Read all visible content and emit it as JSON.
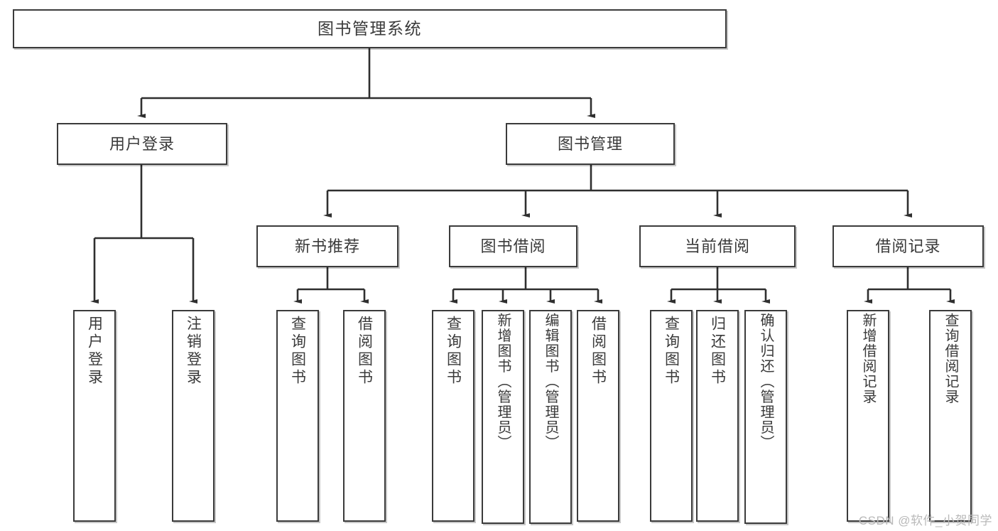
{
  "diagram": {
    "title": "图书管理系统",
    "type": "tree",
    "watermark": "CSDN @软件_小贺同学",
    "colors": {
      "stroke": "#3b3b3b",
      "text": "#3a3a3a",
      "background": "#ffffff",
      "watermark": "#b9b9b9"
    },
    "root": {
      "label": "图书管理系统"
    },
    "level1": [
      {
        "label": "用户登录"
      },
      {
        "label": "图书管理"
      }
    ],
    "level2": [
      {
        "label": "新书推荐"
      },
      {
        "label": "图书借阅"
      },
      {
        "label": "当前借阅"
      },
      {
        "label": "借阅记录"
      }
    ],
    "leaves": {
      "user_login": [
        {
          "label": "用户登录"
        },
        {
          "label": "注销登录"
        }
      ],
      "new_book_recommend": [
        {
          "label": "查询图书"
        },
        {
          "label": "借阅图书"
        }
      ],
      "book_borrow": [
        {
          "label": "查询图书"
        },
        {
          "label": "新增图书（管理员）"
        },
        {
          "label": "编辑图书（管理员）"
        },
        {
          "label": "借阅图书"
        }
      ],
      "current_borrow": [
        {
          "label": "查询图书"
        },
        {
          "label": "归还图书"
        },
        {
          "label": "确认归还（管理员）"
        }
      ],
      "borrow_record": [
        {
          "label": "新增借阅记录"
        },
        {
          "label": "查询借阅记录"
        }
      ]
    }
  }
}
